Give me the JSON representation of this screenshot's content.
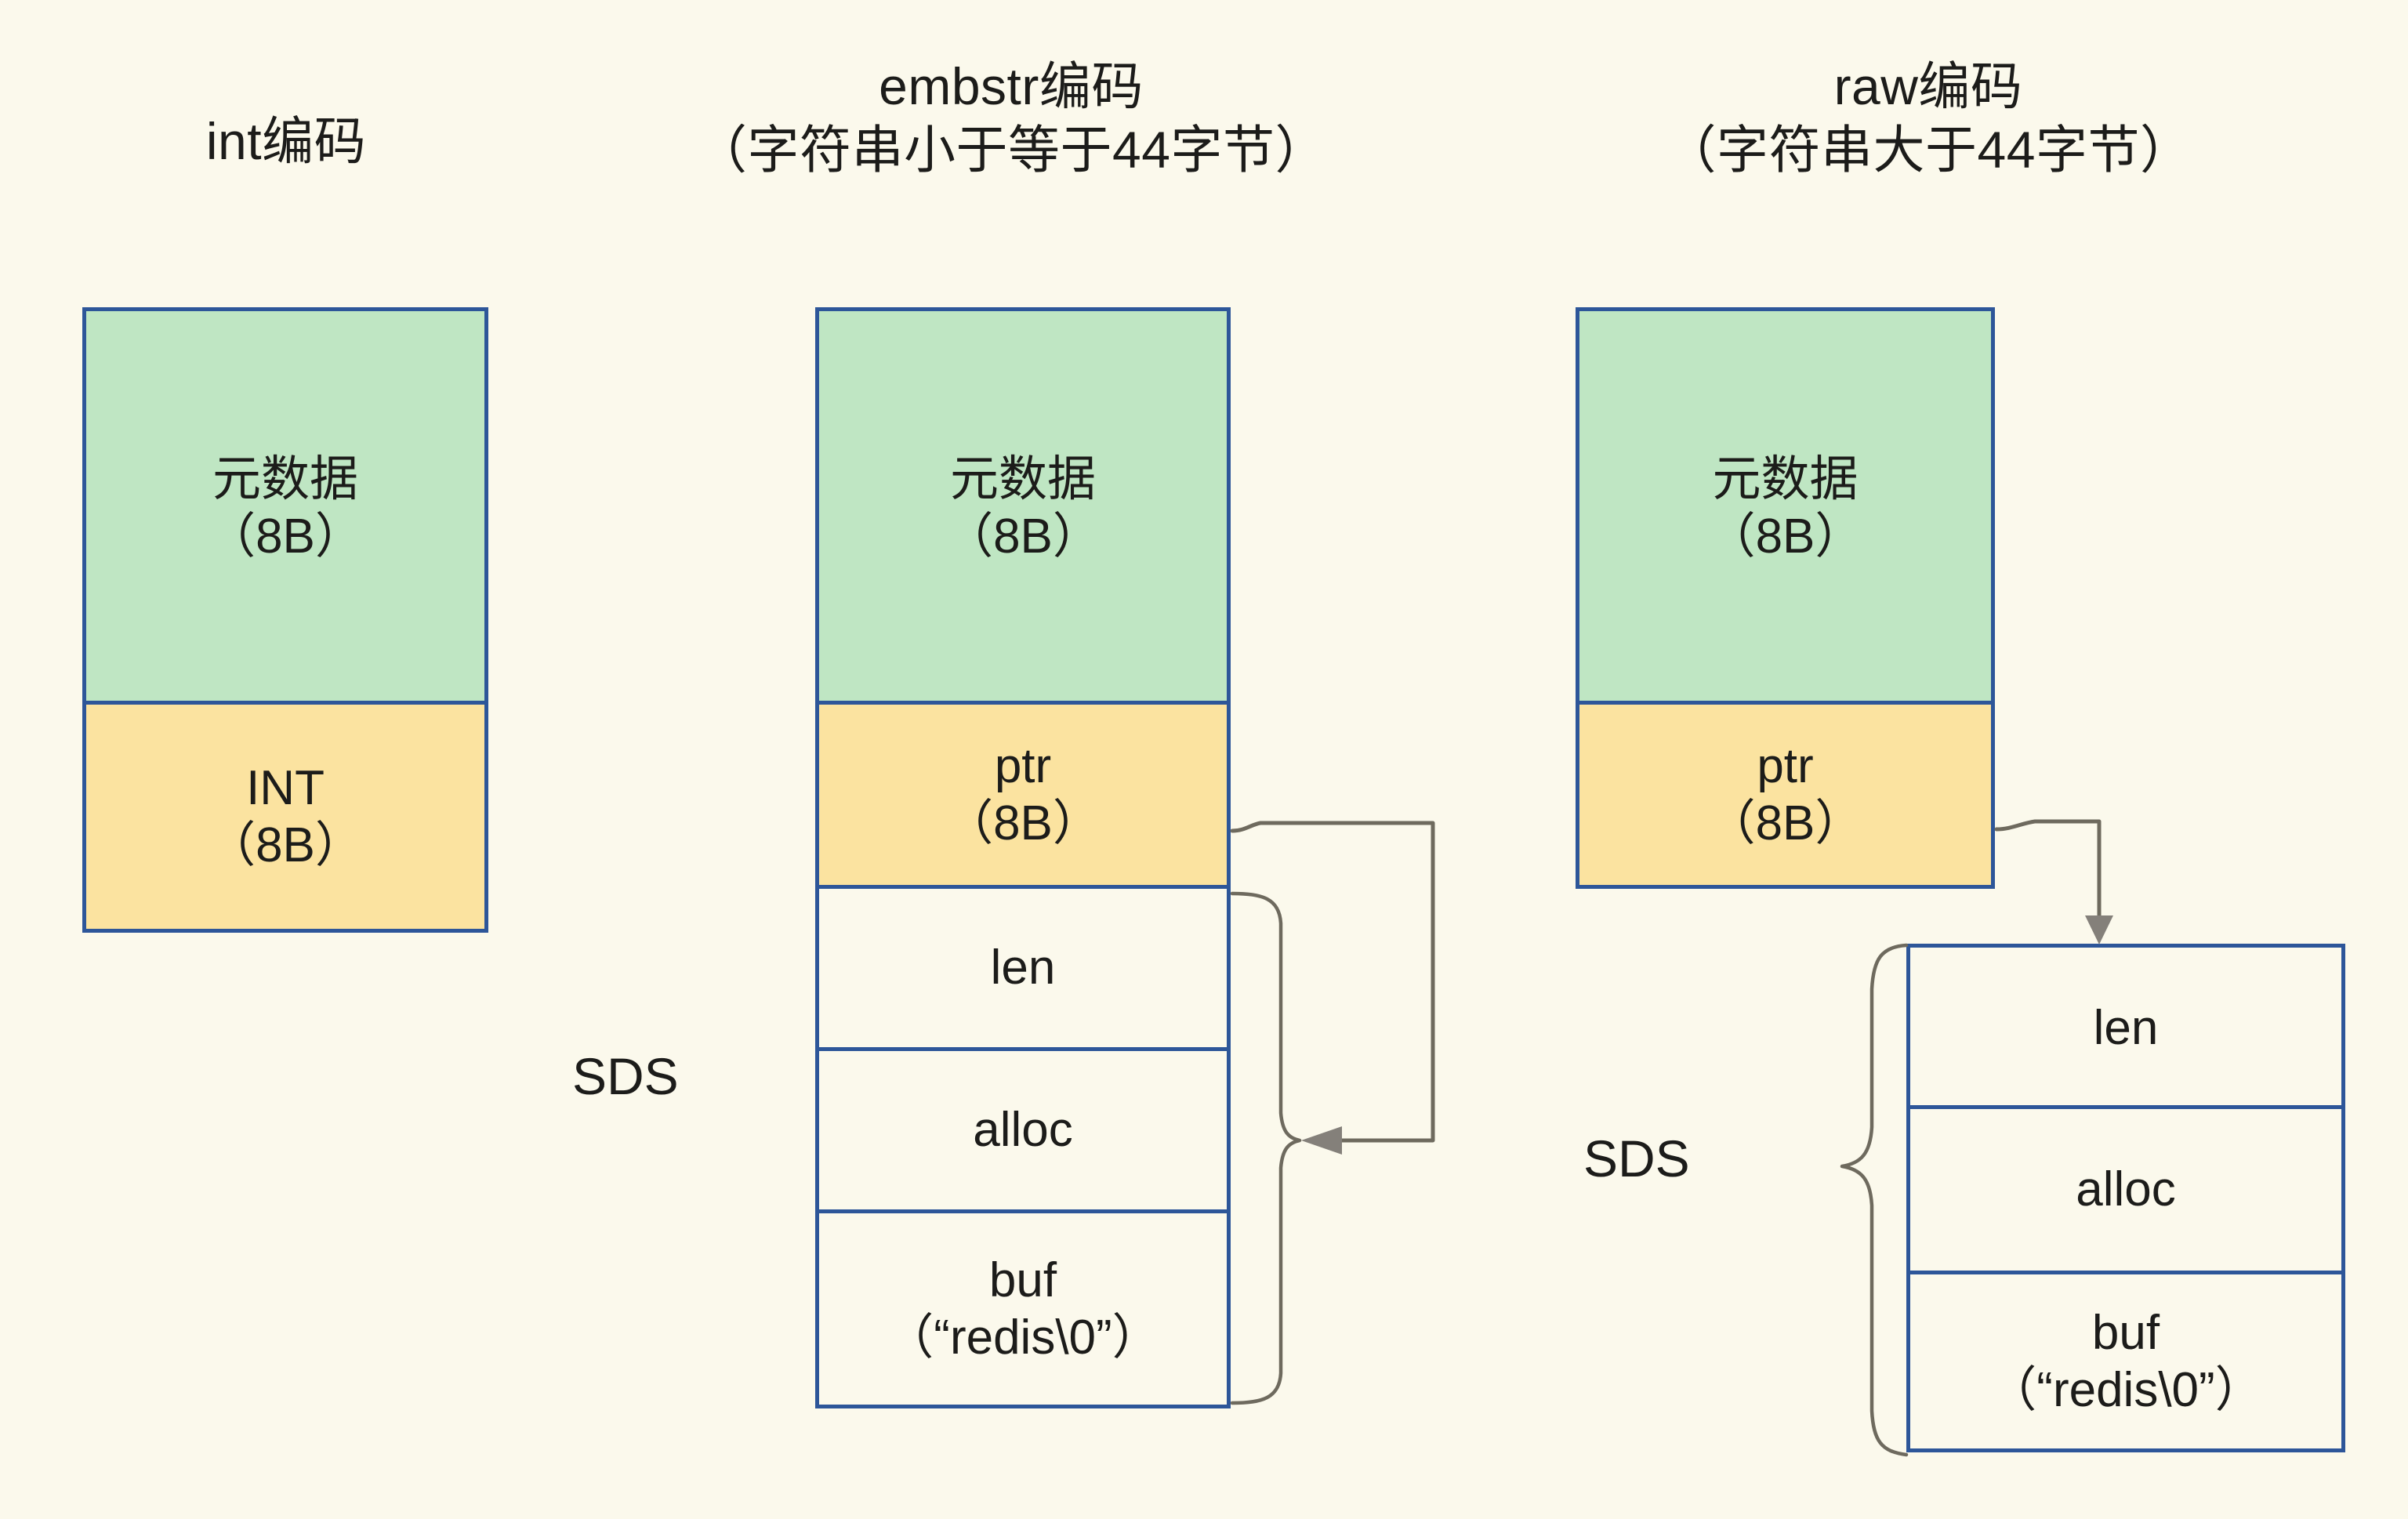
{
  "background_color": "#fbf9ec",
  "palette": {
    "box_border": "#2d5699",
    "metadata_fill": "#bfe6c3",
    "pointer_fill": "#fbe3a0",
    "plain_fill": "#fbf9ec",
    "connector_stroke": "#6e6a5e",
    "text": "#1c1c1a"
  },
  "columns": [
    {
      "id": "int",
      "heading": "int编码",
      "cells": [
        {
          "id": "metadata",
          "label": "元数据\n（8B）",
          "fill": "green"
        },
        {
          "id": "int-value",
          "label": "INT\n（8B）",
          "fill": "yellow"
        }
      ]
    },
    {
      "id": "embstr",
      "heading": "embstr编码\n（字符串小于等于44字节）",
      "sds_label": "SDS",
      "cells": [
        {
          "id": "metadata",
          "label": "元数据\n（8B）",
          "fill": "green"
        },
        {
          "id": "ptr",
          "label": "ptr\n（8B）",
          "fill": "yellow"
        },
        {
          "id": "len",
          "label": "len",
          "fill": "plain"
        },
        {
          "id": "alloc",
          "label": "alloc",
          "fill": "plain"
        },
        {
          "id": "buf",
          "label": "buf\n（“redis\\0”）",
          "fill": "plain"
        }
      ]
    },
    {
      "id": "raw",
      "heading": "raw编码\n（字符串大于44字节）",
      "sds_label": "SDS",
      "cells": [
        {
          "id": "metadata",
          "label": "元数据\n（8B）",
          "fill": "green"
        },
        {
          "id": "ptr",
          "label": "ptr\n（8B）",
          "fill": "yellow"
        }
      ],
      "sds_cells": [
        {
          "id": "len",
          "label": "len",
          "fill": "plain"
        },
        {
          "id": "alloc",
          "label": "alloc",
          "fill": "plain"
        },
        {
          "id": "buf",
          "label": "buf\n（“redis\\0”）",
          "fill": "plain"
        }
      ]
    }
  ]
}
